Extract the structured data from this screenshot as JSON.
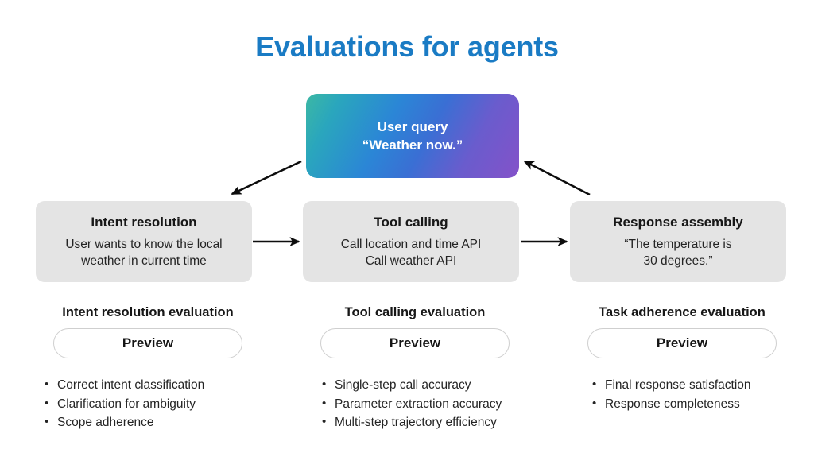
{
  "title": "Evaluations for agents",
  "colors": {
    "title_blue": "#1a7bc4",
    "box_gray": "#e4e4e4",
    "gradient_start": "#3cb8a4",
    "gradient_mid": "#2b86d6",
    "gradient_end": "#8452c9",
    "arrow_black": "#0d0d0d"
  },
  "query_box": {
    "label": "User query",
    "quote": "“Weather now.”"
  },
  "stages": [
    {
      "title": "Intent resolution",
      "body_lines": [
        "User wants to know the local",
        "weather in current time"
      ]
    },
    {
      "title": "Tool calling",
      "body_lines": [
        "Call location and time API",
        "Call weather API"
      ]
    },
    {
      "title": "Response assembly",
      "body_lines": [
        "“The temperature is",
        "30 degrees.”"
      ]
    }
  ],
  "evaluations": [
    {
      "heading": "Intent resolution evaluation",
      "badge": "Preview",
      "bullets": [
        "Correct intent classification",
        "Clarification for ambiguity",
        "Scope adherence"
      ]
    },
    {
      "heading": "Tool calling evaluation",
      "badge": "Preview",
      "bullets": [
        "Single-step call accuracy",
        "Parameter extraction accuracy",
        "Multi-step trajectory efficiency"
      ]
    },
    {
      "heading": "Task adherence evaluation",
      "badge": "Preview",
      "bullets": [
        "Final response satisfaction",
        "Response completeness"
      ]
    }
  ],
  "arrows": [
    {
      "name": "query-to-intent",
      "direction": "down-left"
    },
    {
      "name": "intent-to-tool",
      "direction": "right"
    },
    {
      "name": "tool-to-response",
      "direction": "right"
    },
    {
      "name": "response-to-query",
      "direction": "up-left"
    }
  ]
}
